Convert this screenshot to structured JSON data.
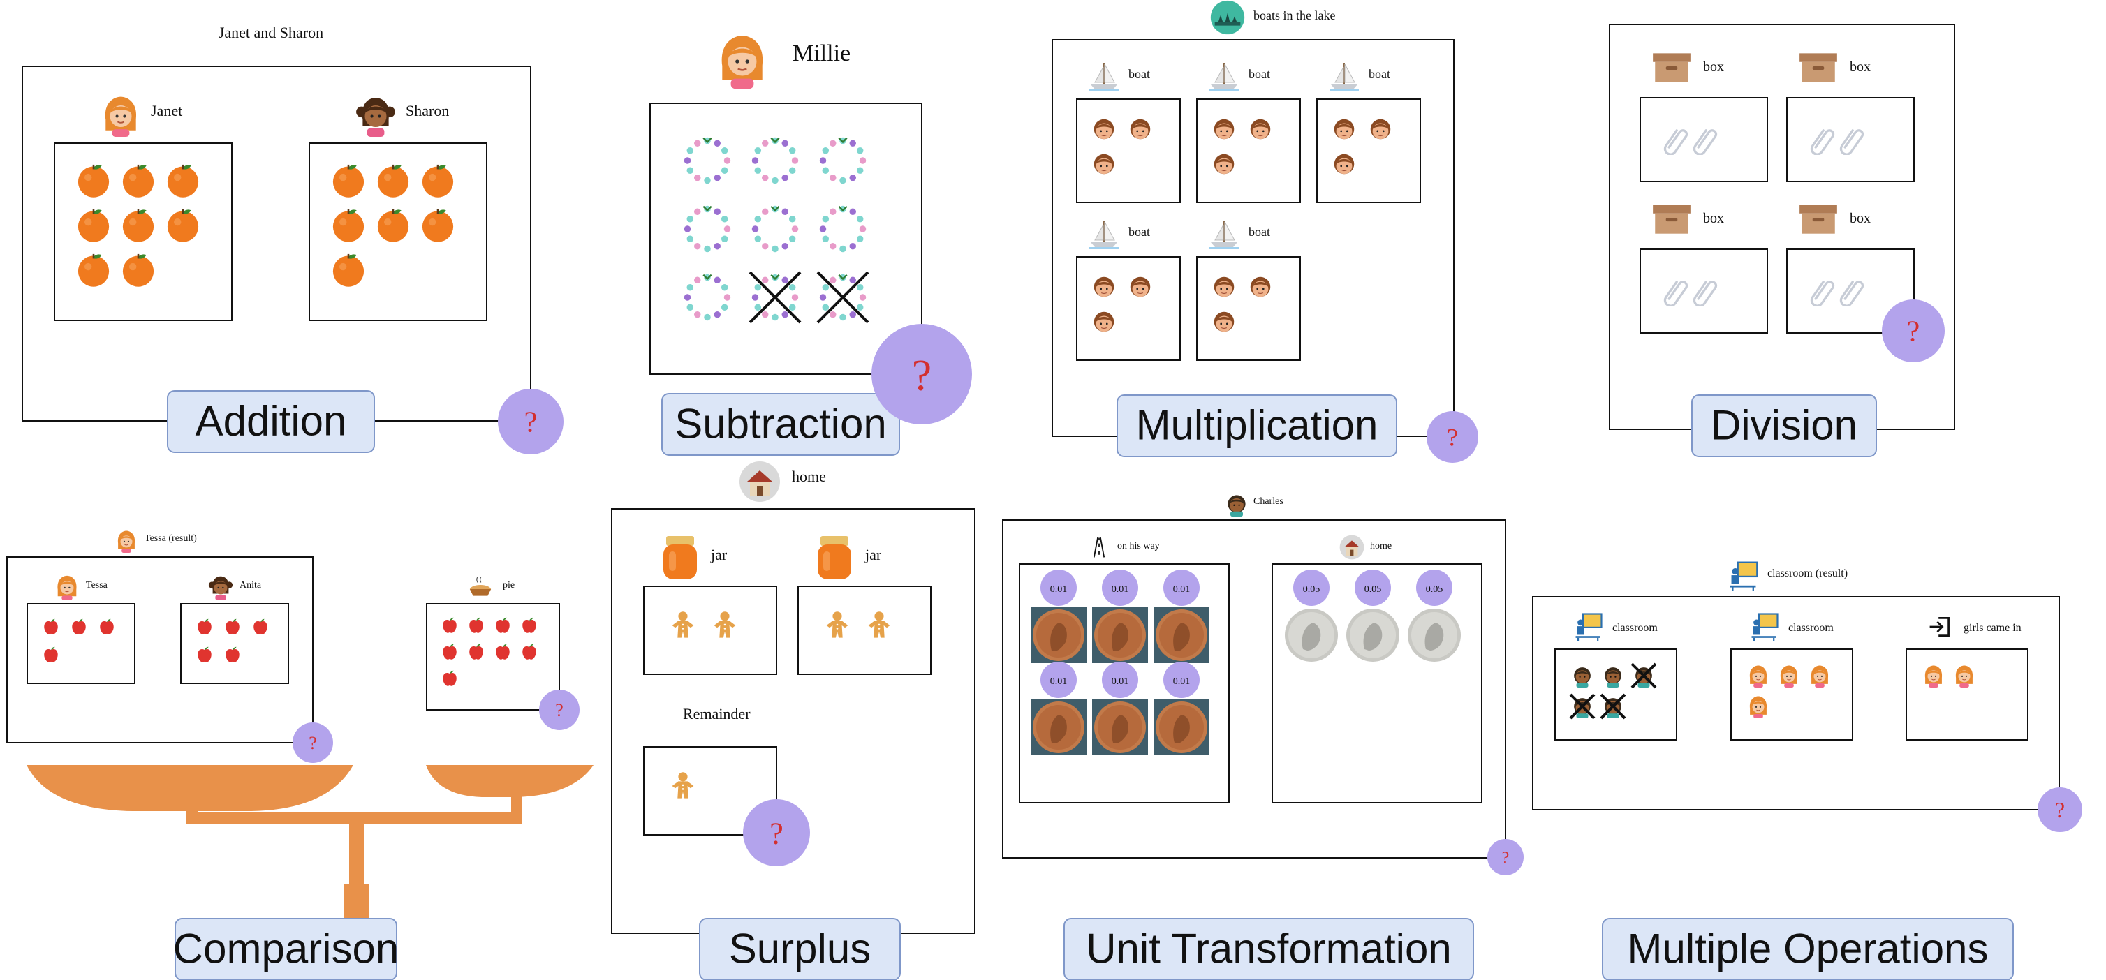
{
  "categories": {
    "addition": "Addition",
    "subtraction": "Subtraction",
    "multiplication": "Multiplication",
    "division": "Division",
    "comparison": "Comparison",
    "surplus": "Surplus",
    "unit_transformation": "Unit Transformation",
    "multiple_operations": "Multiple Operations"
  },
  "question_mark": "?",
  "addition": {
    "title": "Janet and Sharon",
    "groups": [
      {
        "name": "Janet",
        "item": "orange",
        "count": 8
      },
      {
        "name": "Sharon",
        "item": "orange",
        "count": 7
      }
    ]
  },
  "subtraction": {
    "title": "Millie",
    "item": "bracelet",
    "total": 9,
    "crossed_out": 2
  },
  "multiplication": {
    "title": "boats in the lake",
    "container_label": "boat",
    "containers": 5,
    "people_per_container": 3
  },
  "division": {
    "container_label": "box",
    "containers": 4,
    "clips_per_box": 2
  },
  "comparison": {
    "result_label": "Tessa (result)",
    "groups": [
      {
        "name": "Tessa",
        "item": "apple",
        "count": 4
      },
      {
        "name": "Anita",
        "item": "apple",
        "count": 5
      }
    ],
    "right_label": "pie",
    "right_count": 9
  },
  "surplus": {
    "title": "home",
    "container_label": "jar",
    "containers": 2,
    "per_container": 2,
    "remainder_label": "Remainder",
    "remainder_count": 1
  },
  "unit_transformation": {
    "title": "Charles",
    "groups": [
      {
        "label": "on his way",
        "coin": "penny",
        "value_label": "0.01",
        "count": 6
      },
      {
        "label": "home",
        "coin": "nickel",
        "value_label": "0.05",
        "count": 3
      }
    ]
  },
  "multiple_operations": {
    "result_label": "classroom (result)",
    "groups": [
      {
        "label": "classroom",
        "total": 5,
        "crossed": 3
      },
      {
        "label": "classroom",
        "total": 4,
        "crossed": 0
      },
      {
        "label": "girls came in",
        "total": 2,
        "crossed": 0
      }
    ]
  },
  "colors": {
    "category_fill": "#dce6f7",
    "category_border": "#7f97c9",
    "question_circle": "#b3a3ec",
    "question_mark": "#d32f2f",
    "orange": "#f07a1e",
    "apple": "#e0342f",
    "scale": "#e8914a"
  }
}
